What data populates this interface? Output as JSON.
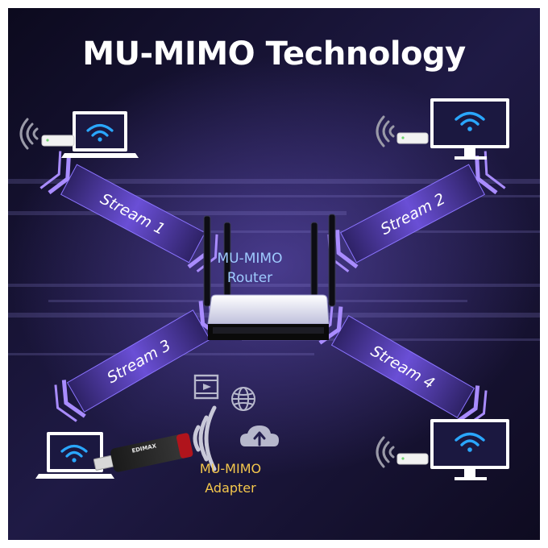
{
  "title": "MU-MIMO Technology",
  "router": {
    "line1": "MU-MIMO",
    "line2": "Router"
  },
  "adapter": {
    "line1": "MU-MIMO",
    "line2": "Adapter",
    "brand": "EDIMAX"
  },
  "streams": [
    {
      "label": "Stream 1"
    },
    {
      "label": "Stream 2"
    },
    {
      "label": "Stream 3"
    },
    {
      "label": "Stream 4"
    }
  ],
  "icons": [
    "wifi-icon",
    "video-file-icon",
    "globe-icon",
    "cloud-upload-icon",
    "signal-waves-icon"
  ],
  "colors": {
    "background": "#1a1538",
    "accent": "#7b5be0",
    "wifi": "#2aa7ff",
    "router_text": "#9fcbff",
    "adapter_text": "#f4c74c"
  }
}
